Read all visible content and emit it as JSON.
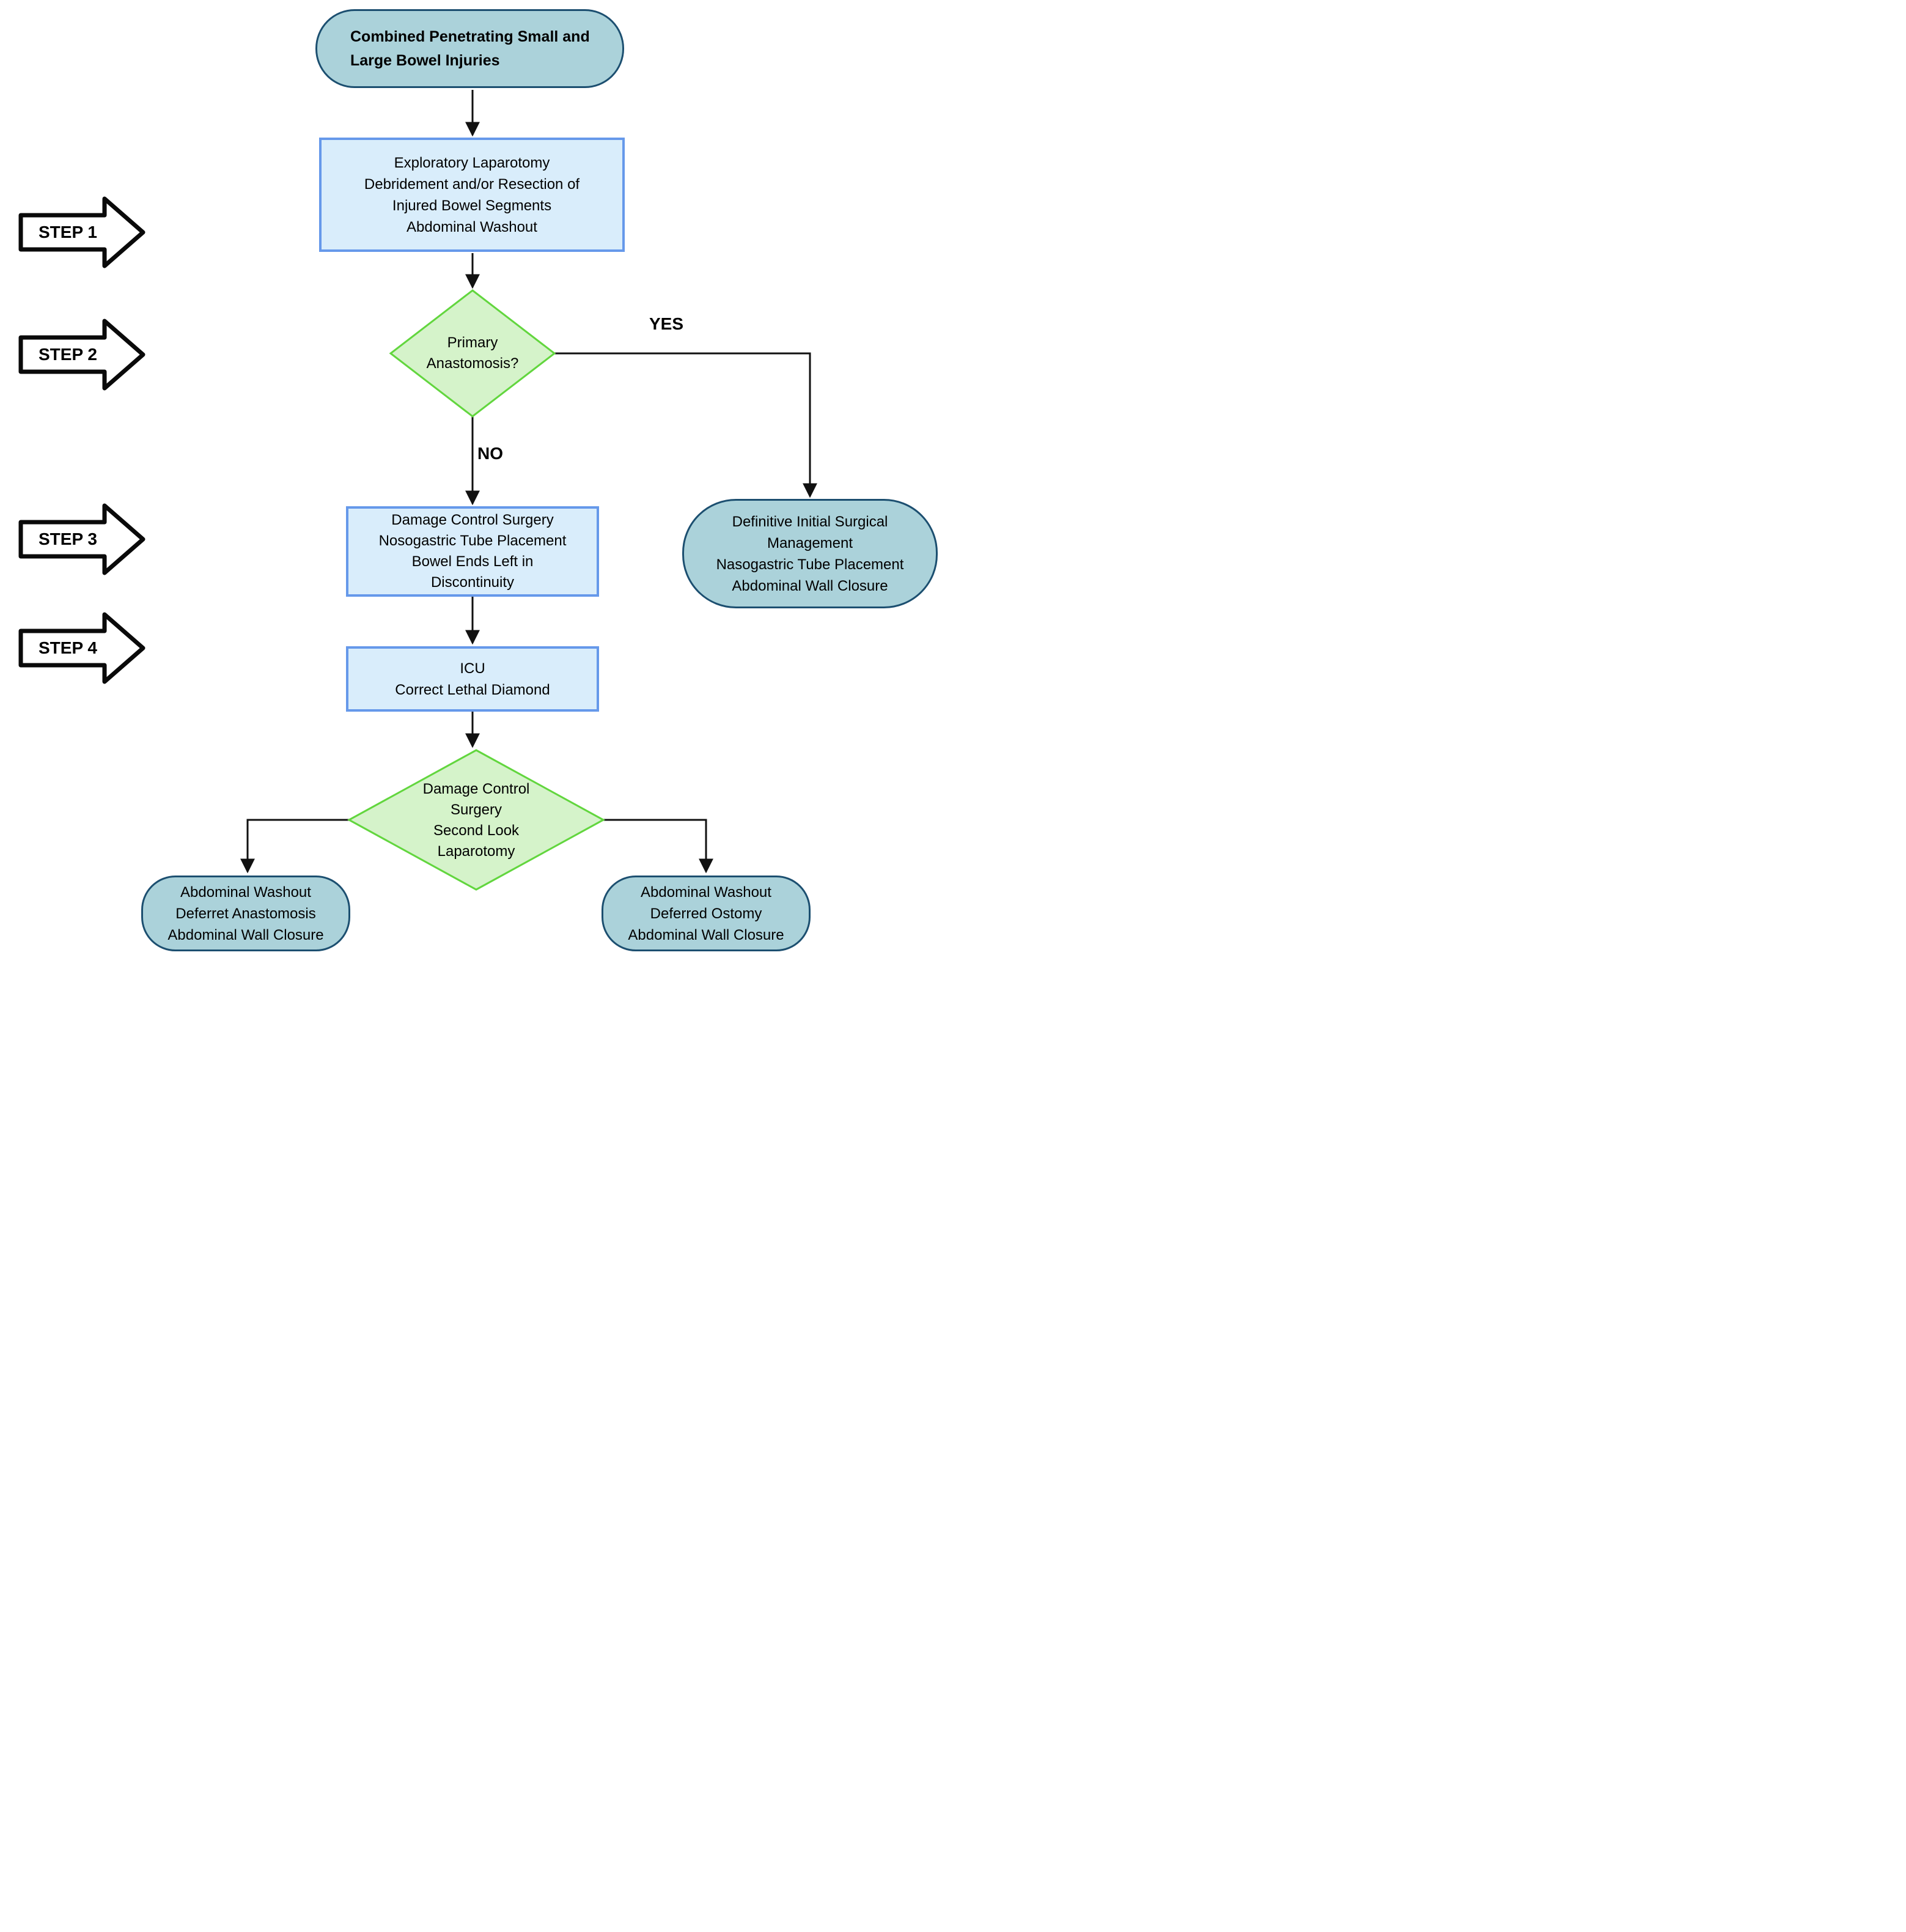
{
  "colors": {
    "stadium_fill": "#abd2da",
    "stadium_border": "#1c4f70",
    "process_fill": "#d9edfb",
    "process_border": "#6699ea",
    "decision_fill": "#d5f3ca",
    "decision_border": "#62d63e",
    "edge_color": "#111111",
    "step_arrow_fill": "#ffffff",
    "step_arrow_border": "#0a0a0a",
    "text_color": "#000000"
  },
  "steps": [
    {
      "label": "STEP 1"
    },
    {
      "label": "STEP 2"
    },
    {
      "label": "STEP 3"
    },
    {
      "label": "STEP 4"
    }
  ],
  "labels": {
    "yes": "YES",
    "no": "NO"
  },
  "nodes": {
    "start": {
      "lines": [
        "Combined Penetrating Small and",
        "Large Bowel Injuries"
      ]
    },
    "laparotomy": {
      "lines": [
        "Exploratory Laparotomy",
        "Debridement and/or Resection of",
        "Injured Bowel Segments",
        "Abdominal Washout"
      ]
    },
    "anastomosis_decision": {
      "lines": [
        "Primary",
        "Anastomosis?"
      ]
    },
    "definitive": {
      "lines": [
        "Definitive Initial Surgical",
        "Management",
        "Nasogastric Tube Placement",
        "Abdominal Wall Closure"
      ]
    },
    "damage_control": {
      "lines": [
        "Damage Control Surgery",
        "Nosogastric Tube Placement",
        "Bowel Ends Left in",
        "Discontinuity"
      ]
    },
    "icu": {
      "lines": [
        "ICU",
        "Correct Lethal Diamond"
      ]
    },
    "second_look_decision": {
      "lines": [
        "Damage Control",
        "Surgery",
        "Second Look",
        "Laparotomy"
      ]
    },
    "deferred_anastomosis": {
      "lines": [
        "Abdominal Washout",
        "Deferret Anastomosis",
        "Abdominal Wall Closure"
      ]
    },
    "deferred_ostomy": {
      "lines": [
        "Abdominal Washout",
        "Deferred Ostomy",
        "Abdominal Wall Closure"
      ]
    }
  }
}
